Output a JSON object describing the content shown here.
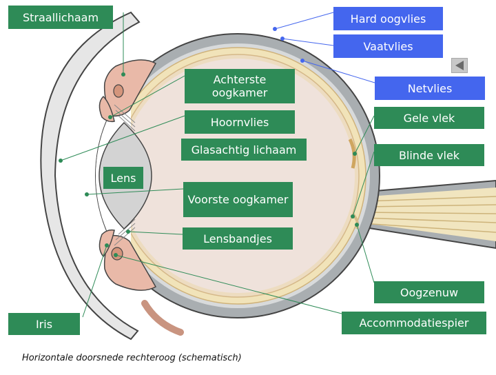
{
  "labels": {
    "straallichaam": "Straallichaam",
    "hard_oogvlies": "Hard oogvlies",
    "vaatvlies": "Vaatvlies",
    "netvlies": "Netvlies",
    "achterste_oogkamer": "Achterste oogkamer",
    "hoornvlies": "Hoornvlies",
    "glasachtig_lichaam": "Glasachtig lichaam",
    "lens": "Lens",
    "voorste_oogkamer": "Voorste oogkamer",
    "lensbandjes": "Lensbandjes",
    "gele_vlek": "Gele vlek",
    "blinde_vlek": "Blinde vlek",
    "oogzenuw": "Oogzenuw",
    "iris": "Iris",
    "accommodatiespier": "Accommodatiespier"
  },
  "caption": "Horizontale doorsnede rechteroog (schematisch)",
  "navigation": {
    "back_icon": "triangle-left-icon"
  },
  "colors": {
    "label_green": "#2e8b57",
    "label_blue": "#4466ee",
    "sclera": "#a9aeb1",
    "choroid": "#f0e2b8",
    "retina_line": "#d9b87a",
    "vitreous": "#efe3de",
    "lens": "#d3d3d3",
    "muscle": "#e8b8a8",
    "cornea": "#e6e6e6"
  }
}
